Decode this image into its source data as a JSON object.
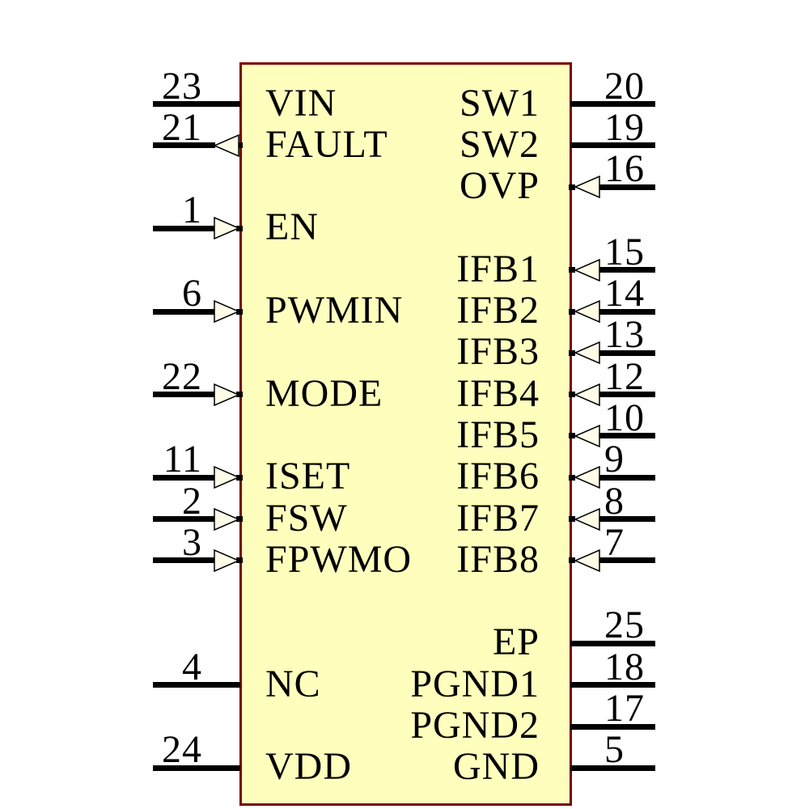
{
  "component": {
    "kind": "ic-schematic-symbol",
    "colors": {
      "background": "#ffffff",
      "body_fill": "#ffffbd",
      "body_border": "#7b0000",
      "pin_line": "#000000",
      "arrow_fill": "#fffde8",
      "text": "#000000"
    },
    "left_pins": [
      {
        "number": "23",
        "name": "VIN",
        "row": 0,
        "direction": "none"
      },
      {
        "number": "21",
        "name": "FAULT",
        "row": 1,
        "direction": "out"
      },
      {
        "number": "1",
        "name": "EN",
        "row": 3,
        "direction": "in"
      },
      {
        "number": "6",
        "name": "PWMIN",
        "row": 5,
        "direction": "in"
      },
      {
        "number": "22",
        "name": "MODE",
        "row": 7,
        "direction": "in"
      },
      {
        "number": "11",
        "name": "ISET",
        "row": 9,
        "direction": "in"
      },
      {
        "number": "2",
        "name": "FSW",
        "row": 10,
        "direction": "in"
      },
      {
        "number": "3",
        "name": "FPWMO",
        "row": 11,
        "direction": "in"
      },
      {
        "number": "4",
        "name": "NC",
        "row": 14,
        "direction": "none"
      },
      {
        "number": "24",
        "name": "VDD",
        "row": 16,
        "direction": "none"
      }
    ],
    "right_pins": [
      {
        "number": "20",
        "name": "SW1",
        "row": 0,
        "direction": "none"
      },
      {
        "number": "19",
        "name": "SW2",
        "row": 1,
        "direction": "none"
      },
      {
        "number": "16",
        "name": "OVP",
        "row": 2,
        "direction": "in"
      },
      {
        "number": "15",
        "name": "IFB1",
        "row": 4,
        "direction": "in"
      },
      {
        "number": "14",
        "name": "IFB2",
        "row": 5,
        "direction": "in"
      },
      {
        "number": "13",
        "name": "IFB3",
        "row": 6,
        "direction": "in"
      },
      {
        "number": "12",
        "name": "IFB4",
        "row": 7,
        "direction": "in"
      },
      {
        "number": "10",
        "name": "IFB5",
        "row": 8,
        "direction": "in"
      },
      {
        "number": "9",
        "name": "IFB6",
        "row": 9,
        "direction": "in"
      },
      {
        "number": "8",
        "name": "IFB7",
        "row": 10,
        "direction": "in"
      },
      {
        "number": "7",
        "name": "IFB8",
        "row": 11,
        "direction": "in"
      },
      {
        "number": "25",
        "name": "EP",
        "row": 13,
        "direction": "none"
      },
      {
        "number": "18",
        "name": "PGND1",
        "row": 14,
        "direction": "none"
      },
      {
        "number": "17",
        "name": "PGND2",
        "row": 15,
        "direction": "none"
      },
      {
        "number": "5",
        "name": "GND",
        "row": 16,
        "direction": "none"
      }
    ]
  }
}
